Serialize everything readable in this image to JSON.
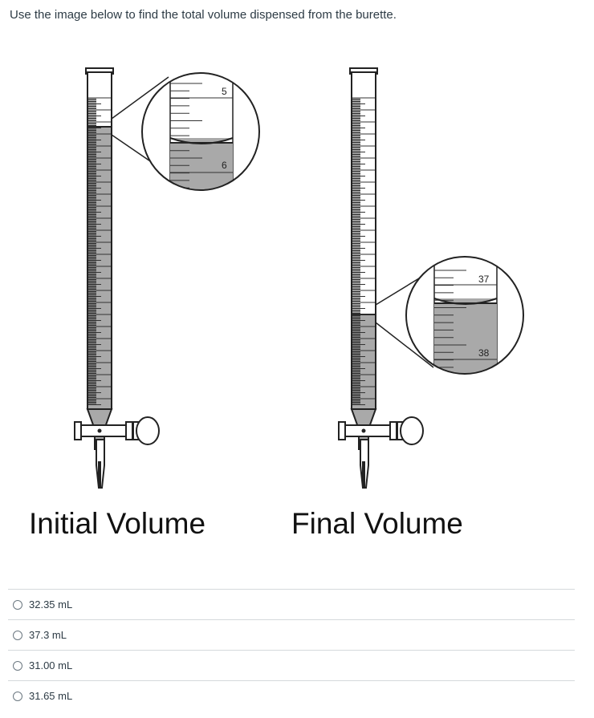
{
  "question": {
    "text": "Use the image below to find the total volume dispensed from the burette."
  },
  "figure": {
    "initial": {
      "caption": "Initial Volume",
      "zoom_labels": [
        "5",
        "6"
      ]
    },
    "final": {
      "caption": "Final Volume",
      "zoom_labels": [
        "37",
        "38"
      ]
    }
  },
  "answers": [
    {
      "label": "32.35 mL",
      "selected": false
    },
    {
      "label": "37.3 mL",
      "selected": false
    },
    {
      "label": "31.00 mL",
      "selected": false
    },
    {
      "label": "31.65 mL",
      "selected": false
    }
  ]
}
